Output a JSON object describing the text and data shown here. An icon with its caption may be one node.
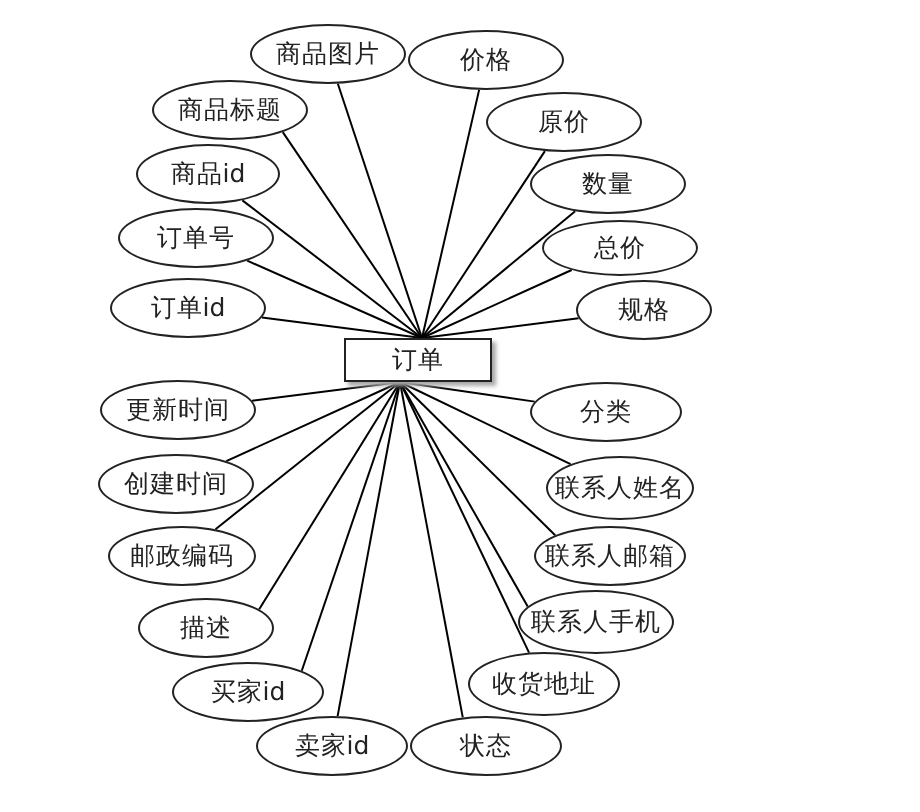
{
  "diagram": {
    "nodes": [
      {
        "text": [
          "订单"
        ]
      },
      {
        "text": [
          "商品图片"
        ]
      },
      {
        "text": [
          "价格"
        ]
      },
      {
        "text": [
          "商品标题"
        ]
      },
      {
        "text": [
          "原价"
        ]
      },
      {
        "text": [
          "商品id"
        ]
      },
      {
        "text": [
          "数量"
        ]
      },
      {
        "text": [
          "订单号"
        ]
      },
      {
        "text": [
          "总价"
        ]
      },
      {
        "text": [
          "订单id"
        ]
      },
      {
        "text": [
          "规格"
        ]
      },
      {
        "text": [
          "更新时间"
        ]
      },
      {
        "text": [
          "分类"
        ]
      },
      {
        "text": [
          "创建时间"
        ]
      },
      {
        "text": [
          "联系人姓名"
        ]
      },
      {
        "text": [
          "邮政编码"
        ]
      },
      {
        "text": [
          "联系人邮箱"
        ]
      },
      {
        "text": [
          "描述"
        ]
      },
      {
        "text": [
          "联系人手机"
        ]
      },
      {
        "text": [
          "买家id"
        ]
      },
      {
        "text": [
          "收货地址"
        ]
      },
      {
        "text": [
          "卖家id"
        ]
      },
      {
        "text": [
          "状态"
        ]
      }
    ],
    "edges": [
      {
        "from": 0,
        "to": 1,
        "arrow": "none"
      },
      {
        "from": 0,
        "to": 2,
        "arrow": "none"
      },
      {
        "from": 0,
        "to": 3,
        "arrow": "none"
      },
      {
        "from": 0,
        "to": 4,
        "arrow": "none"
      },
      {
        "from": 0,
        "to": 5,
        "arrow": "none"
      },
      {
        "from": 0,
        "to": 6,
        "arrow": "none"
      },
      {
        "from": 0,
        "to": 7,
        "arrow": "none"
      },
      {
        "from": 0,
        "to": 8,
        "arrow": "none"
      },
      {
        "from": 0,
        "to": 9,
        "arrow": "none"
      },
      {
        "from": 0,
        "to": 10,
        "arrow": "none"
      },
      {
        "from": 0,
        "to": 11,
        "arrow": "none"
      },
      {
        "from": 0,
        "to": 12,
        "arrow": "none"
      },
      {
        "from": 0,
        "to": 13,
        "arrow": "none"
      },
      {
        "from": 0,
        "to": 14,
        "arrow": "none"
      },
      {
        "from": 0,
        "to": 15,
        "arrow": "none"
      },
      {
        "from": 0,
        "to": 16,
        "arrow": "none"
      },
      {
        "from": 0,
        "to": 17,
        "arrow": "none"
      },
      {
        "from": 0,
        "to": 18,
        "arrow": "none"
      },
      {
        "from": 0,
        "to": 19,
        "arrow": "none"
      },
      {
        "from": 0,
        "to": 20,
        "arrow": "none"
      },
      {
        "from": 0,
        "to": 21,
        "arrow": "none"
      },
      {
        "from": 0,
        "to": 22,
        "arrow": "none"
      }
    ]
  }
}
